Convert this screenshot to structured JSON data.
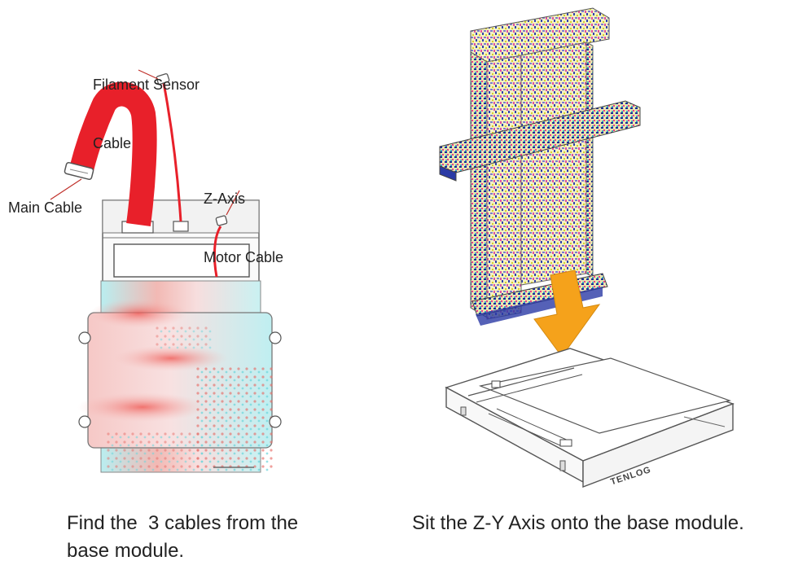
{
  "left_panel": {
    "label_filament": [
      "Filament Sensor",
      "Cable"
    ],
    "label_zaxis": [
      "Z-Axis",
      "Motor Cable"
    ],
    "label_main": "Main Cable",
    "caption": [
      "Find the  3 cables from the",
      "base module."
    ]
  },
  "right_panel": {
    "caption": "Sit the Z-Y Axis onto the base module.",
    "base_logo": "TENLOG"
  },
  "colors": {
    "cable_red": "#e8202a",
    "arrow_orange": "#f5a21b",
    "outline": "#555555"
  },
  "icons": {
    "base_module_top": "base-module-top-view-icon",
    "z_y_axis_frame": "z-y-axis-frame-icon",
    "down_arrow": "down-arrow-icon",
    "base_module_iso": "base-module-isometric-icon"
  }
}
